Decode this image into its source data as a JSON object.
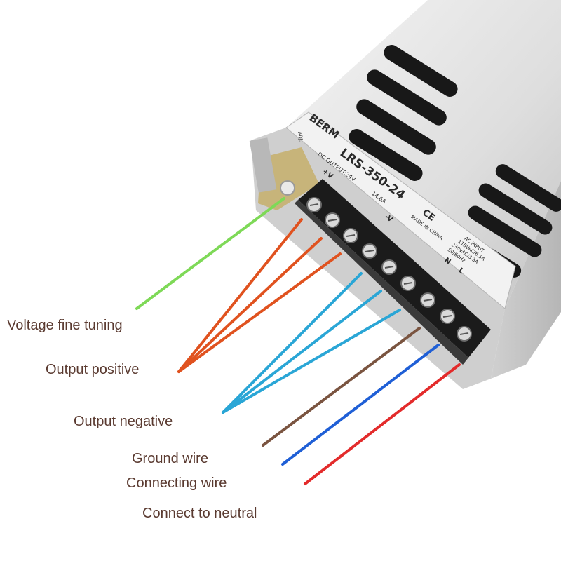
{
  "product": {
    "brand": "BERM",
    "model": "LRS-350-24",
    "dc_output": "DC OUTPUT:24V",
    "current": "14.6A",
    "made_in": "MADE IN CHINA",
    "ce_mark": "CE",
    "adj": "ADJ.",
    "plus_v": "+V",
    "minus_v": "-V",
    "ac_input": "AC INPUT",
    "ac_line1": "115VAC/6.5A",
    "ac_line2": "230VAC/3.3A",
    "ac_freq": "50/60Hz",
    "n_label": "N",
    "l_label": "L"
  },
  "labels": {
    "voltage_fine_tuning": "Voltage fine tuning",
    "output_positive": "Output positive",
    "output_negative": "Output negative",
    "ground_wire": "Ground wire",
    "connecting_wire": "Connecting wire",
    "connect_to_neutral": "Connect to neutral"
  },
  "colors": {
    "adjust": "#7ed957",
    "positive": "#e0521f",
    "negative": "#2aa6d6",
    "ground": "#7a5440",
    "connecting": "#1f5fd6",
    "neutral": "#e32b2b"
  }
}
